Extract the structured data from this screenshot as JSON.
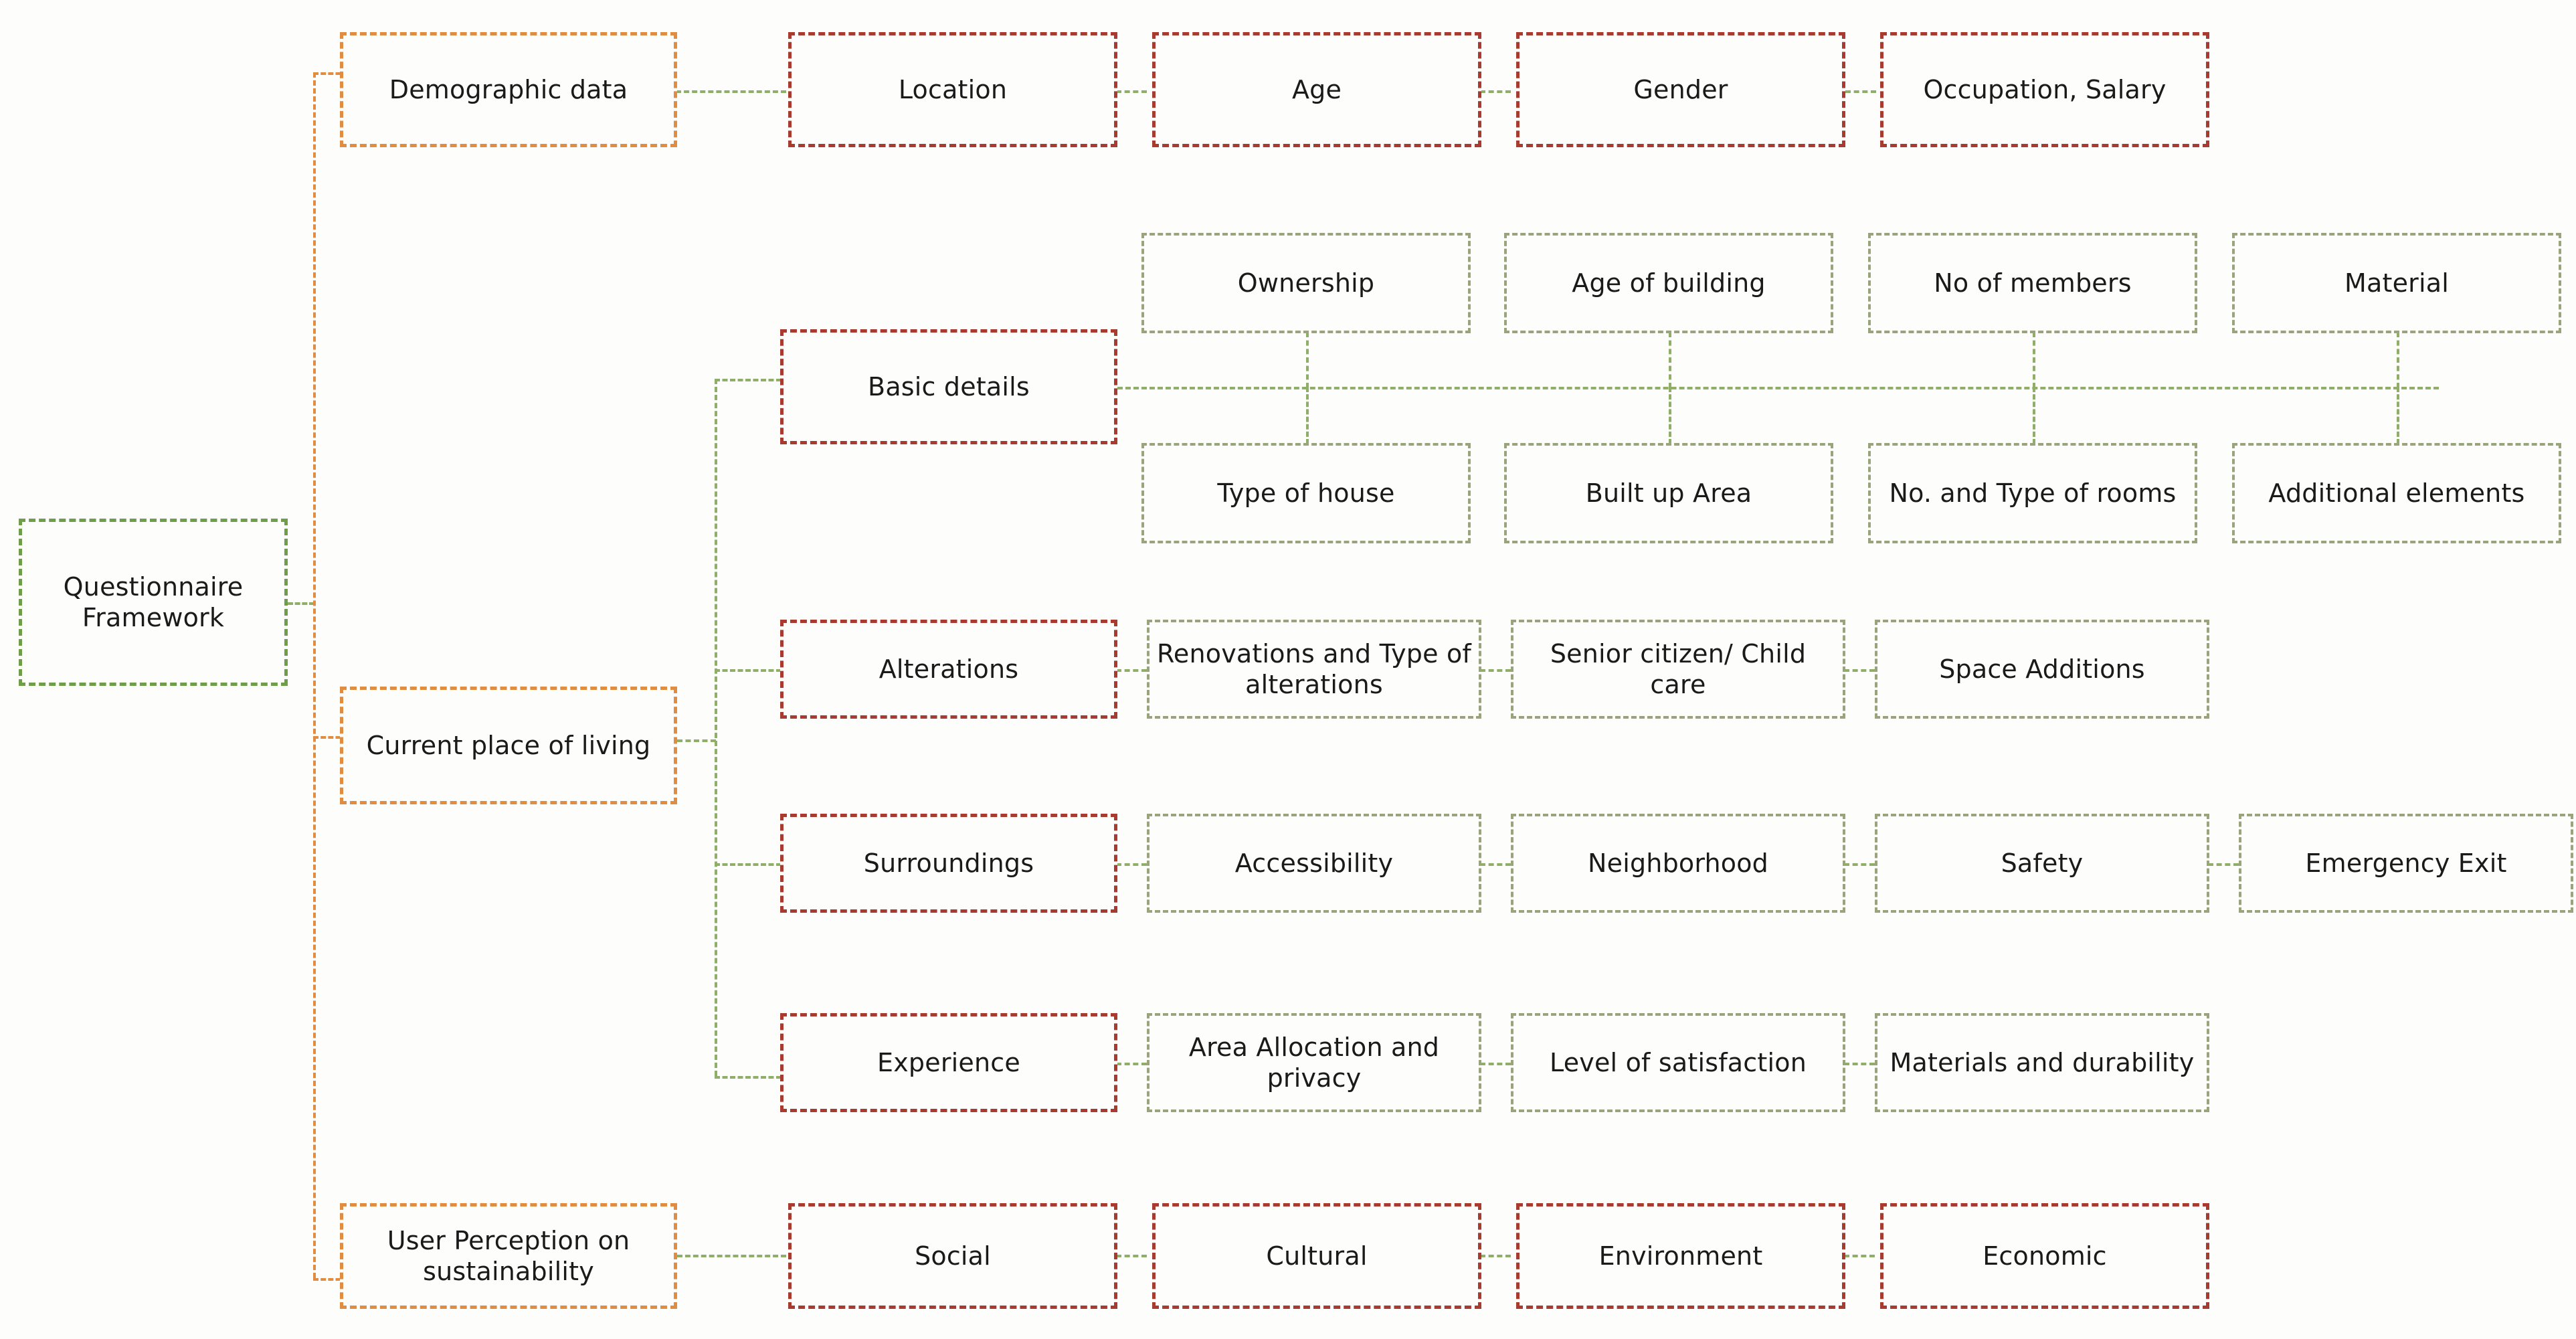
{
  "diagram": {
    "title": "Questionnaire Framework",
    "type": "hierarchical-mind-map",
    "colors": {
      "root_border": "#6f9e4a",
      "branch_border": "#e08d42",
      "leaf_red_border": "#a83a30",
      "leaf_green_border": "#9aa47c",
      "connector_orange": "#e08d42",
      "connector_green": "#8fae68",
      "background": "#fdfdfc",
      "text": "#1a1a1a"
    }
  },
  "root": {
    "label": "Questionnaire Framework"
  },
  "branches": [
    {
      "id": "demographic-data",
      "label": "Demographic data",
      "children": [
        {
          "id": "location",
          "label": "Location"
        },
        {
          "id": "age",
          "label": "Age"
        },
        {
          "id": "gender",
          "label": "Gender"
        },
        {
          "id": "occupation-salary",
          "label": "Occupation, Salary"
        }
      ]
    },
    {
      "id": "current-place-of-living",
      "label": "Current place of living",
      "groups": [
        {
          "id": "basic-details",
          "label": "Basic details",
          "row_top": [
            {
              "id": "ownership",
              "label": "Ownership"
            },
            {
              "id": "age-of-building",
              "label": "Age of building"
            },
            {
              "id": "no-of-members",
              "label": "No of members"
            },
            {
              "id": "material",
              "label": "Material"
            }
          ],
          "row_bottom": [
            {
              "id": "type-of-house",
              "label": "Type of house"
            },
            {
              "id": "built-up-area",
              "label": "Built up Area"
            },
            {
              "id": "no-and-type-of-rooms",
              "label": "No. and Type of rooms"
            },
            {
              "id": "additional-elements",
              "label": "Additional elements"
            }
          ]
        },
        {
          "id": "alterations",
          "label": "Alterations",
          "row_top": [
            {
              "id": "renovations-and-type-of-alterations",
              "label": "Renovations and Type of alterations"
            },
            {
              "id": "senior-citizen-child-care",
              "label": "Senior citizen/ Child care"
            },
            {
              "id": "space-additions",
              "label": "Space Additions"
            }
          ]
        },
        {
          "id": "surroundings",
          "label": "Surroundings",
          "row_top": [
            {
              "id": "accessibility",
              "label": "Accessibility"
            },
            {
              "id": "neighborhood",
              "label": "Neighborhood"
            },
            {
              "id": "safety",
              "label": "Safety"
            },
            {
              "id": "emergency-exit",
              "label": "Emergency Exit"
            }
          ]
        },
        {
          "id": "experience",
          "label": "Experience",
          "row_top": [
            {
              "id": "area-allocation-and-privacy",
              "label": "Area Allocation and privacy"
            },
            {
              "id": "level-of-satisfaction",
              "label": "Level of satisfaction"
            },
            {
              "id": "materials-and-durability",
              "label": "Materials and durability"
            }
          ]
        }
      ]
    },
    {
      "id": "user-perception-on-sustainability",
      "label": "User Perception on sustainability",
      "children": [
        {
          "id": "social",
          "label": "Social"
        },
        {
          "id": "cultural",
          "label": "Cultural"
        },
        {
          "id": "environment",
          "label": "Environment"
        },
        {
          "id": "economic",
          "label": "Economic"
        }
      ]
    }
  ]
}
